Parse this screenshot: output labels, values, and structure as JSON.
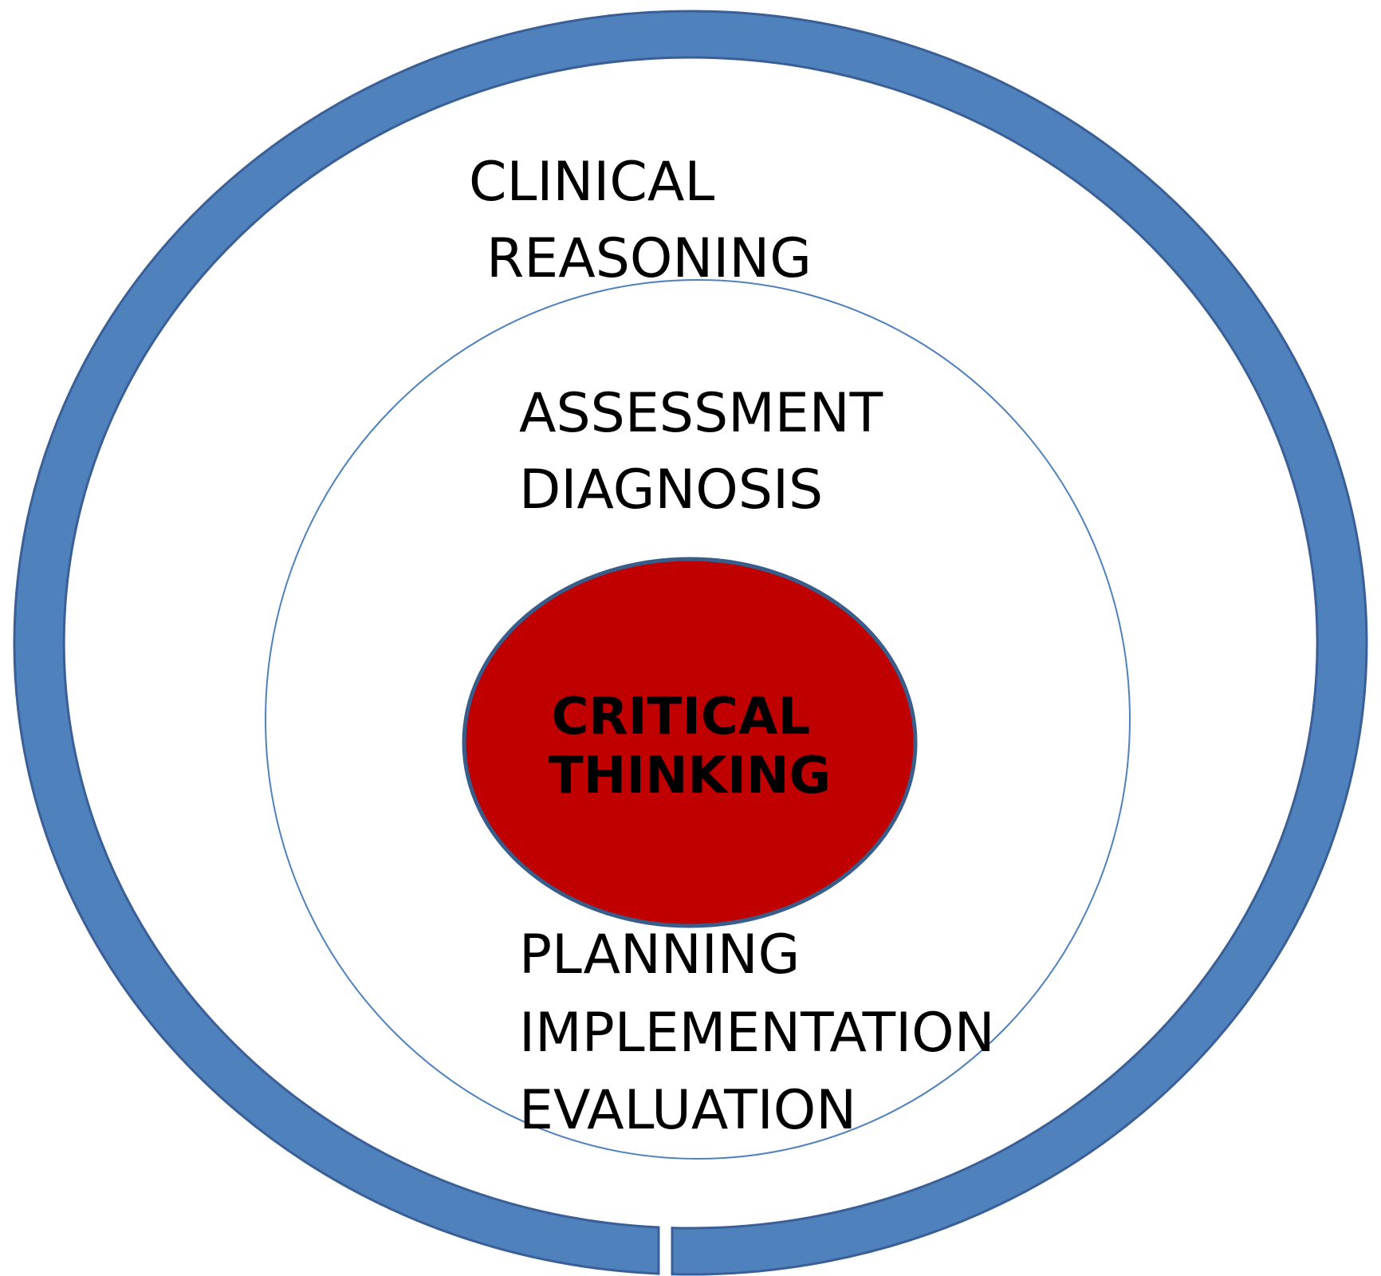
{
  "colors": {
    "outer_ring": "#4f81bd",
    "outer_ring_stroke": "#3a5f96",
    "inner_circle_stroke": "#4f81bd",
    "core_fill": "#c00000",
    "core_stroke": "#385d8a",
    "text": "#000000"
  },
  "outer_ring": {
    "label_lines": [
      "CLINICAL",
      "REASONING"
    ]
  },
  "middle_circle": {
    "top_lines": [
      "ASSESSMENT",
      "DIAGNOSIS"
    ],
    "bottom_lines": [
      "PLANNING",
      "IMPLEMENTATION",
      "EVALUATION"
    ]
  },
  "core": {
    "label_lines": [
      "CRITICAL",
      "THINKING"
    ]
  }
}
